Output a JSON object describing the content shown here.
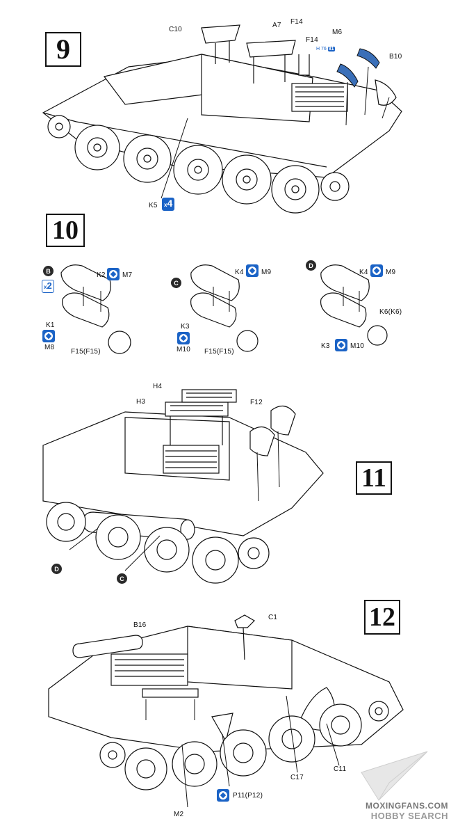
{
  "steps": [
    "9",
    "10",
    "11",
    "12"
  ],
  "step9": {
    "labels": {
      "c10": "C10",
      "a7": "A7",
      "f14a": "F14",
      "f14b": "F14",
      "m6": "M6",
      "b10": "B10",
      "k5": "K5"
    },
    "k5_qty": "4",
    "h_selector": {
      "prefix": "H",
      "num": "76",
      "badge": "81"
    }
  },
  "step10": {
    "b": {
      "tag": "B",
      "qty": "2",
      "k2": "K2",
      "m7": "M7",
      "k1": "K1",
      "m8": "M8",
      "f15": "F15(F15)"
    },
    "c": {
      "tag": "C",
      "k4": "K4",
      "m9": "M9",
      "k3": "K3",
      "m10": "M10",
      "f15": "F15(F15)"
    },
    "d": {
      "tag": "D",
      "k4": "K4",
      "m9": "M9",
      "k6": "K6(K6)",
      "k3": "K3",
      "m10": "M10"
    }
  },
  "step11": {
    "labels": {
      "h4": "H4",
      "h3": "H3",
      "f12": "F12"
    },
    "tags": [
      "D",
      "C"
    ]
  },
  "step12": {
    "labels": {
      "c1": "C1",
      "b16": "B16",
      "c17": "C17",
      "c11": "C11",
      "m2": "M2",
      "p11": "P11(P12)"
    }
  },
  "watermark": {
    "line1": "MOXINGFANS.COM",
    "line2": "HOBBY SEARCH"
  },
  "colors": {
    "accent": "#1b63c6",
    "ink": "#111111",
    "paper": "#ffffff",
    "tracks": "#3a6fb8"
  },
  "icons": [
    "glue-icon",
    "paper-plane-logo-icon"
  ]
}
